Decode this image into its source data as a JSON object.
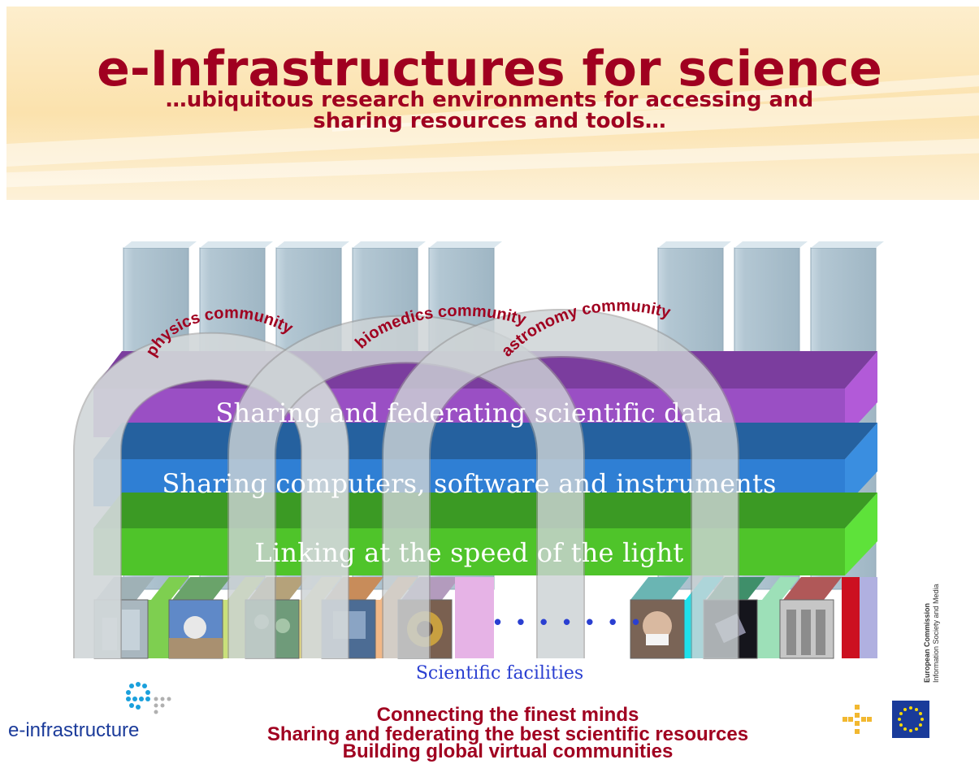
{
  "header": {
    "title": "e-Infrastructures for science",
    "subtitle_line1": "…ubiquitous research environments for accessing and",
    "subtitle_line2": "sharing resources and tools…"
  },
  "communities": [
    "physics community",
    "biomedics community",
    "astronomy community"
  ],
  "layers": [
    "Sharing and federating scientific data",
    "Sharing computers, software and instruments",
    "Linking at the speed of the light"
  ],
  "facilities": {
    "ellipsis": "• • • • • • •",
    "label": "Scientific facilities"
  },
  "bottom": {
    "line1": "Connecting the finest minds",
    "line2": "Sharing and federating the best scientific resources",
    "line3": "Building global virtual communities"
  },
  "logos": {
    "einfrastructure": "e-infrastructure",
    "ec_line1": "European Commission",
    "ec_line2": "Information Society and Media"
  },
  "colors": {
    "title": "#a00020",
    "data_layer": "#9a4fc4",
    "compute_layer": "#2f7fd4",
    "network_layer": "#4fc42a",
    "facilities_label": "#2a3fd1"
  }
}
